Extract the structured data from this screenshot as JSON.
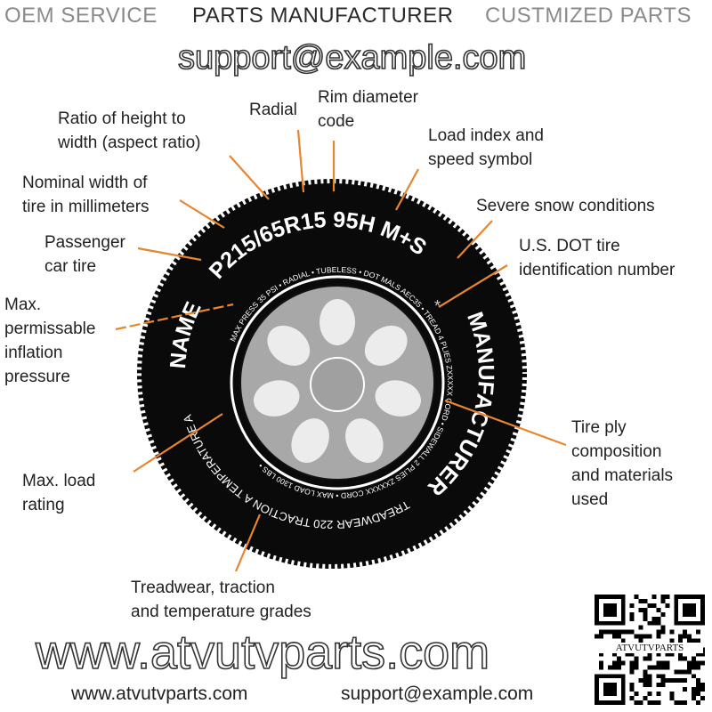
{
  "header": {
    "items": [
      "OEM SERVICE",
      "PARTS MANUFACTURER",
      "CUSTMIZED PARTS"
    ]
  },
  "tire": {
    "size_text": "P215/65R15   95H   M+S",
    "snow_mark": "*",
    "brand_left": "NAME",
    "brand_right": "MANUFACTURER",
    "inner_ring": "MAX PRESS 35 PSI • RADIAL • TUBELESS • DOT MALS AEC35 • TREAD 4 PLIES ZXXXXX CORD • SIDEWALL 2 PLIES ZXXXXX CORD • MAX LOAD 1300 LBS •",
    "grades": "TREADWEAR 220 TRACTION A TEMPERATURE A"
  },
  "callouts": {
    "aspect_ratio": [
      "Ratio of height to",
      "width (aspect ratio)"
    ],
    "radial": [
      "Radial"
    ],
    "rim_diameter": [
      "Rim diameter",
      "code"
    ],
    "load_speed": [
      "Load index and",
      "speed symbol"
    ],
    "snow": [
      "Severe snow conditions"
    ],
    "dot": [
      "U.S. DOT tire",
      "identification number"
    ],
    "nominal_width": [
      "Nominal width of",
      "tire in millimeters"
    ],
    "passenger": [
      "Passenger",
      "car tire"
    ],
    "inflation": [
      "Max.",
      "permissable",
      "inflation",
      "pressure"
    ],
    "load_rating": [
      "Max. load",
      "rating"
    ],
    "ply": [
      "Tire ply",
      "composition",
      "and materials",
      "used"
    ],
    "treadwear": [
      "Treadwear, traction",
      "and temperature grades"
    ]
  },
  "watermarks": {
    "site": "www.atvutvparts.com",
    "email": "support@example.com"
  },
  "footer": {
    "website": "www.atvutvparts.com",
    "email": "support@example.com"
  },
  "qr": {
    "label": "ATVUTVPARTS"
  },
  "colors": {
    "leader": "#e8852f",
    "tire": "#0a0a0a",
    "rim": "#a8a8a8"
  }
}
